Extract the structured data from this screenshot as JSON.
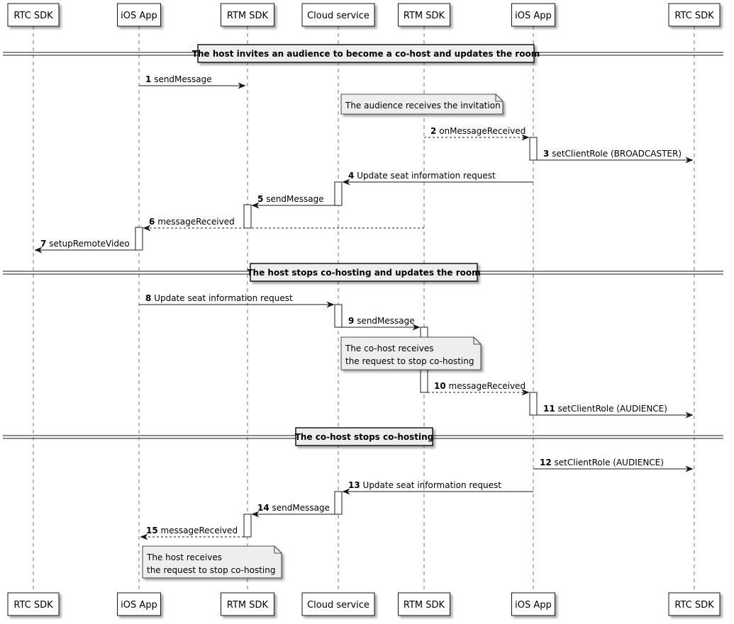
{
  "participants": [
    "RTC SDK",
    "iOS App",
    "RTM SDK",
    "Cloud service",
    "RTM SDK",
    "iOS App",
    "RTC SDK"
  ],
  "sections": [
    "The host invites an audience to become a co-host and updates the room",
    "The host stops co-hosting and updates the room",
    "The co-host stops co-hosting"
  ],
  "messages": [
    {
      "num": "1",
      "text": "sendMessage",
      "from": 1,
      "to": 2,
      "dashed": false
    },
    {
      "num": "2",
      "text": "onMessageReceived",
      "from": 4,
      "to": 5,
      "dashed": true
    },
    {
      "num": "3",
      "text": "setClientRole (BROADCASTER)",
      "from": 5,
      "to": 6,
      "dashed": false
    },
    {
      "num": "4",
      "text": "Update seat information request",
      "from": 5,
      "to": 3,
      "dashed": false
    },
    {
      "num": "5",
      "text": "sendMessage",
      "from": 3,
      "to": 2,
      "dashed": false
    },
    {
      "num": "6",
      "text": "messageReceived",
      "from": 4,
      "to": 1,
      "dashed": true
    },
    {
      "num": "7",
      "text": "setupRemoteVideo",
      "from": 1,
      "to": 0,
      "dashed": false
    },
    {
      "num": "8",
      "text": "Update seat information request",
      "from": 1,
      "to": 3,
      "dashed": false
    },
    {
      "num": "9",
      "text": "sendMessage",
      "from": 3,
      "to": 4,
      "dashed": false
    },
    {
      "num": "10",
      "text": "messageReceived",
      "from": 4,
      "to": 5,
      "dashed": true
    },
    {
      "num": "11",
      "text": "setClientRole (AUDIENCE)",
      "from": 5,
      "to": 6,
      "dashed": false
    },
    {
      "num": "12",
      "text": "setClientRole (AUDIENCE)",
      "from": 5,
      "to": 6,
      "dashed": false
    },
    {
      "num": "13",
      "text": "Update seat information request",
      "from": 5,
      "to": 3,
      "dashed": false
    },
    {
      "num": "14",
      "text": "sendMessage",
      "from": 3,
      "to": 2,
      "dashed": false
    },
    {
      "num": "15",
      "text": "messageReceived",
      "from": 2,
      "to": 1,
      "dashed": true
    }
  ],
  "notes": [
    {
      "lines": [
        "The audience receives the invitation"
      ]
    },
    {
      "lines": [
        "The co-host receives",
        "the request to stop co-hosting"
      ]
    },
    {
      "lines": [
        "The host receives",
        "the request to stop co-hosting"
      ]
    }
  ],
  "colors": {
    "line": "#181818",
    "lifeline": "#181818",
    "box_fill": "#ffffff",
    "note_fill": "#eeeeee",
    "activation_fill": "#ffffff",
    "divider_label_fill": "#eeeeee"
  }
}
